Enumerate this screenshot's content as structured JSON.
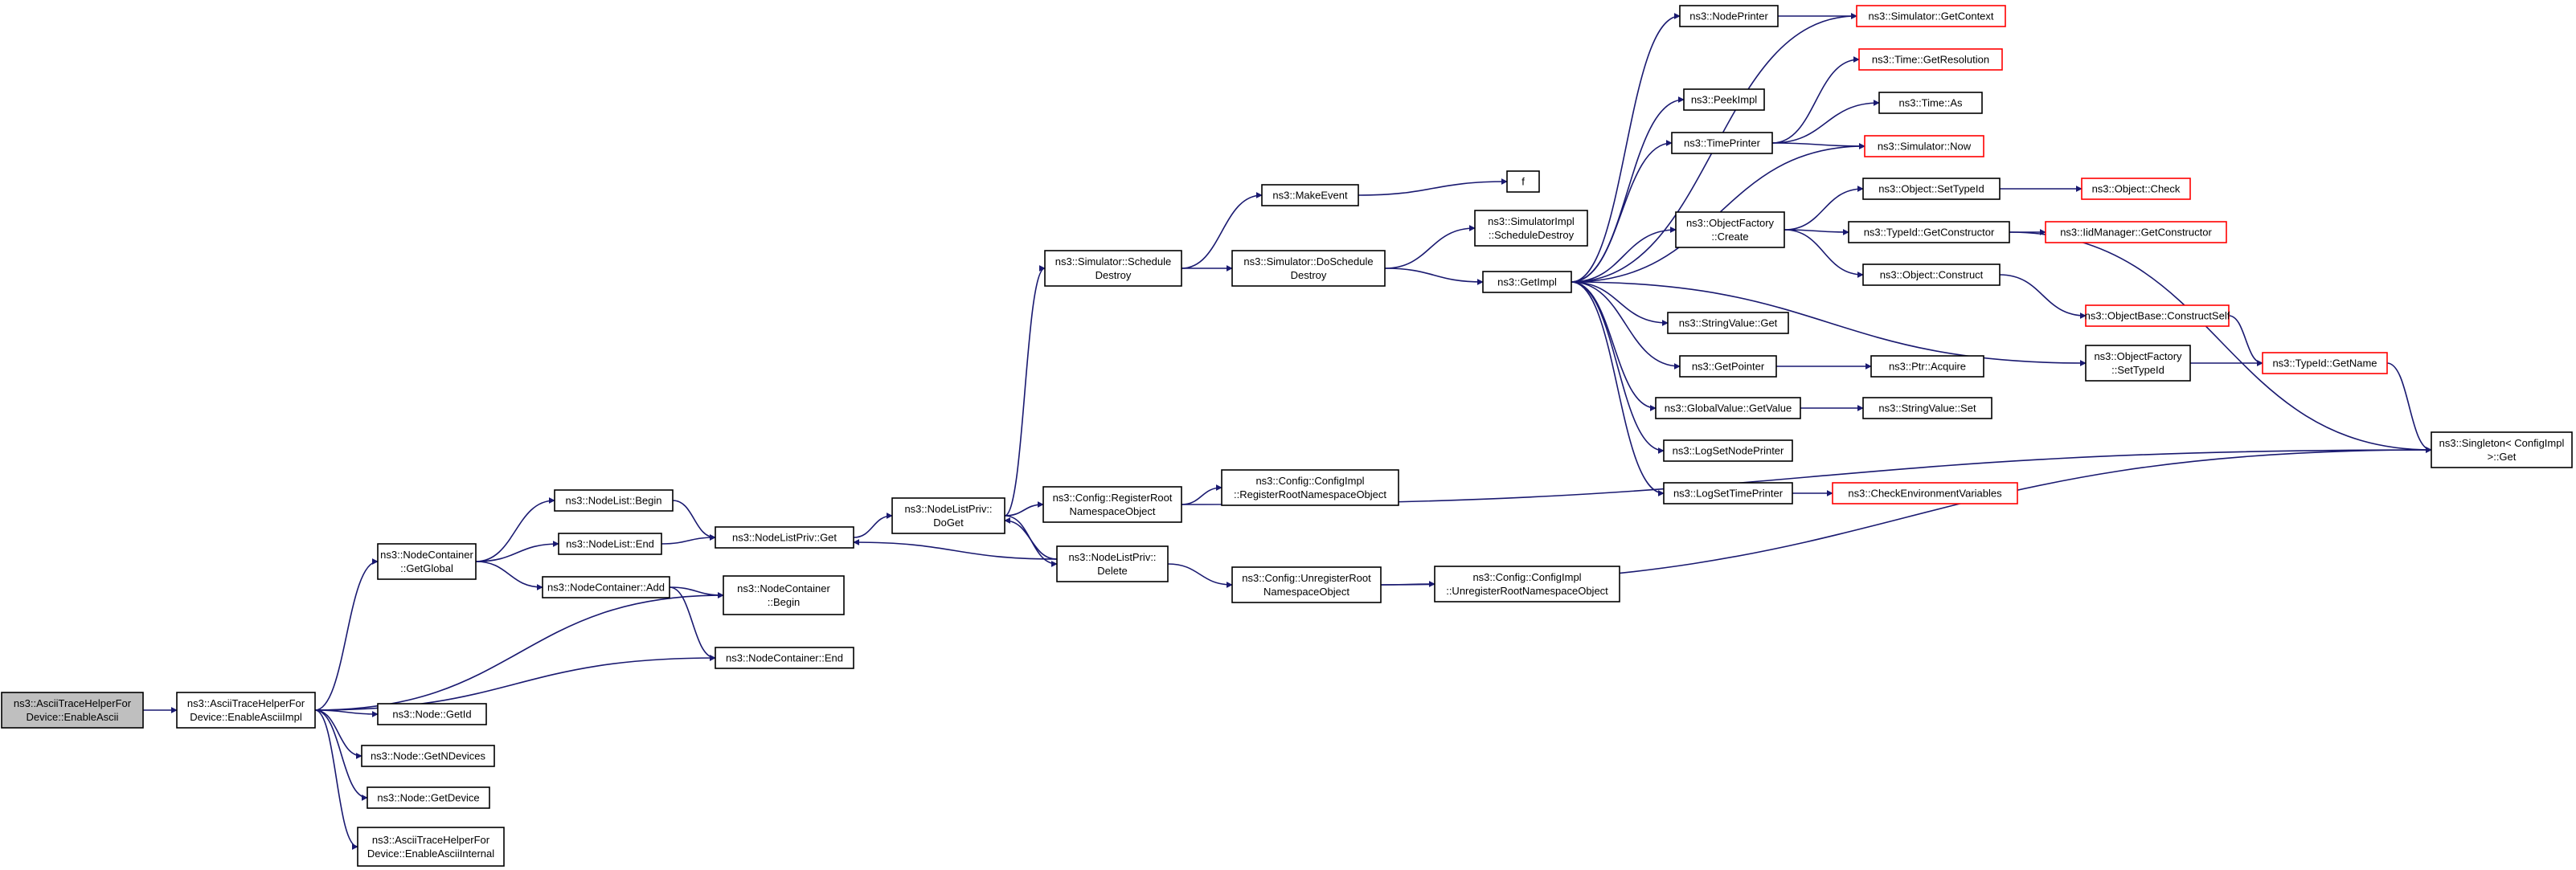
{
  "diagram": {
    "type": "call-graph",
    "edge_color": "#191970",
    "external_border_color": "#ff0000",
    "root_fill": "#bfbfbf",
    "nodes": [
      {
        "id": "enable_ascii",
        "lines": [
          "ns3::AsciiTraceHelperFor",
          "Device::EnableAscii"
        ],
        "root": true
      },
      {
        "id": "enable_ascii_impl",
        "lines": [
          "ns3::AsciiTraceHelperFor",
          "Device::EnableAsciiImpl"
        ]
      },
      {
        "id": "nc_getglobal",
        "lines": [
          "ns3::NodeContainer",
          "::GetGlobal"
        ]
      },
      {
        "id": "nc_end",
        "lines": [
          "ns3::NodeContainer::End"
        ]
      },
      {
        "id": "node_getid",
        "lines": [
          "ns3::Node::GetId"
        ]
      },
      {
        "id": "node_getndevices",
        "lines": [
          "ns3::Node::GetNDevices"
        ]
      },
      {
        "id": "node_getdevice",
        "lines": [
          "ns3::Node::GetDevice"
        ]
      },
      {
        "id": "enable_ascii_internal",
        "lines": [
          "ns3::AsciiTraceHelperFor",
          "Device::EnableAsciiInternal"
        ]
      },
      {
        "id": "nl_begin",
        "lines": [
          "ns3::NodeList::Begin"
        ]
      },
      {
        "id": "nl_end",
        "lines": [
          "ns3::NodeList::End"
        ]
      },
      {
        "id": "nc_add",
        "lines": [
          "ns3::NodeContainer::Add"
        ]
      },
      {
        "id": "nc_begin",
        "lines": [
          "ns3::NodeContainer",
          "::Begin"
        ]
      },
      {
        "id": "nlp_get",
        "lines": [
          "ns3::NodeListPriv::Get"
        ]
      },
      {
        "id": "nlp_doget",
        "lines": [
          "ns3::NodeListPriv::",
          "DoGet"
        ]
      },
      {
        "id": "sim_schedule_destroy",
        "lines": [
          "ns3::Simulator::Schedule",
          "Destroy"
        ]
      },
      {
        "id": "cfg_register_root",
        "lines": [
          "ns3::Config::RegisterRoot",
          "NamespaceObject"
        ]
      },
      {
        "id": "nlp_delete",
        "lines": [
          "ns3::NodeListPriv::",
          "Delete"
        ]
      },
      {
        "id": "make_event",
        "lines": [
          "ns3::MakeEvent"
        ]
      },
      {
        "id": "sim_do_schedule_destroy",
        "lines": [
          "ns3::Simulator::DoSchedule",
          "Destroy"
        ]
      },
      {
        "id": "cfg_impl_register",
        "lines": [
          "ns3::Config::ConfigImpl",
          "::RegisterRootNamespaceObject"
        ]
      },
      {
        "id": "cfg_unregister_root",
        "lines": [
          "ns3::Config::UnregisterRoot",
          "NamespaceObject"
        ]
      },
      {
        "id": "cfg_impl_unregister",
        "lines": [
          "ns3::Config::ConfigImpl",
          "::UnregisterRootNamespaceObject"
        ]
      },
      {
        "id": "f",
        "lines": [
          "f"
        ]
      },
      {
        "id": "simimpl_schedule_destroy",
        "lines": [
          "ns3::SimulatorImpl",
          "::ScheduleDestroy"
        ]
      },
      {
        "id": "getimpl",
        "lines": [
          "ns3::GetImpl"
        ]
      },
      {
        "id": "node_printer",
        "lines": [
          "ns3::NodePrinter"
        ]
      },
      {
        "id": "peek_impl",
        "lines": [
          "ns3::PeekImpl"
        ]
      },
      {
        "id": "time_printer",
        "lines": [
          "ns3::TimePrinter"
        ]
      },
      {
        "id": "objfactory_create",
        "lines": [
          "ns3::ObjectFactory",
          "::Create"
        ]
      },
      {
        "id": "stringvalue_get",
        "lines": [
          "ns3::StringValue::Get"
        ]
      },
      {
        "id": "get_pointer",
        "lines": [
          "ns3::GetPointer"
        ]
      },
      {
        "id": "globalvalue_getvalue",
        "lines": [
          "ns3::GlobalValue::GetValue"
        ]
      },
      {
        "id": "log_set_node_printer",
        "lines": [
          "ns3::LogSetNodePrinter"
        ]
      },
      {
        "id": "log_set_time_printer",
        "lines": [
          "ns3::LogSetTimePrinter"
        ]
      },
      {
        "id": "sim_getcontext",
        "lines": [
          "ns3::Simulator::GetContext"
        ],
        "external": true
      },
      {
        "id": "time_getresolution",
        "lines": [
          "ns3::Time::GetResolution"
        ],
        "external": true
      },
      {
        "id": "time_as",
        "lines": [
          "ns3::Time::As"
        ]
      },
      {
        "id": "sim_now",
        "lines": [
          "ns3::Simulator::Now"
        ],
        "external": true
      },
      {
        "id": "obj_settypeid",
        "lines": [
          "ns3::Object::SetTypeId"
        ]
      },
      {
        "id": "typeid_getconstructor",
        "lines": [
          "ns3::TypeId::GetConstructor"
        ]
      },
      {
        "id": "obj_construct",
        "lines": [
          "ns3::Object::Construct"
        ]
      },
      {
        "id": "ptr_acquire",
        "lines": [
          "ns3::Ptr::Acquire"
        ]
      },
      {
        "id": "stringvalue_set",
        "lines": [
          "ns3::StringValue::Set"
        ]
      },
      {
        "id": "check_env_vars",
        "lines": [
          "ns3::CheckEnvironmentVariables"
        ],
        "external": true
      },
      {
        "id": "objfactory_settypeid",
        "lines": [
          "ns3::ObjectFactory",
          "::SetTypeId"
        ]
      },
      {
        "id": "obj_check",
        "lines": [
          "ns3::Object::Check"
        ],
        "external": true
      },
      {
        "id": "iidmanager_getconstructor",
        "lines": [
          "ns3::IidManager::GetConstructor"
        ],
        "external": true
      },
      {
        "id": "objbase_constructself",
        "lines": [
          "ns3::ObjectBase::ConstructSelf"
        ],
        "external": true
      },
      {
        "id": "typeid_getname",
        "lines": [
          "ns3::TypeId::GetName"
        ],
        "external": true
      },
      {
        "id": "singleton_get",
        "lines": [
          "ns3::Singleton< ConfigImpl",
          ">::Get"
        ]
      }
    ],
    "edges": [
      [
        "enable_ascii",
        "enable_ascii_impl"
      ],
      [
        "enable_ascii_impl",
        "nc_getglobal"
      ],
      [
        "enable_ascii_impl",
        "nc_begin"
      ],
      [
        "enable_ascii_impl",
        "nc_end"
      ],
      [
        "enable_ascii_impl",
        "node_getid"
      ],
      [
        "enable_ascii_impl",
        "node_getndevices"
      ],
      [
        "enable_ascii_impl",
        "node_getdevice"
      ],
      [
        "enable_ascii_impl",
        "enable_ascii_internal"
      ],
      [
        "nc_getglobal",
        "nl_begin"
      ],
      [
        "nc_getglobal",
        "nl_end"
      ],
      [
        "nc_getglobal",
        "nc_add"
      ],
      [
        "nl_begin",
        "nlp_get"
      ],
      [
        "nl_end",
        "nlp_get"
      ],
      [
        "nc_add",
        "nc_begin"
      ],
      [
        "nc_add",
        "nc_end"
      ],
      [
        "nlp_get",
        "nlp_doget"
      ],
      [
        "nlp_doget",
        "sim_schedule_destroy"
      ],
      [
        "nlp_doget",
        "cfg_register_root"
      ],
      [
        "nlp_doget",
        "nlp_delete"
      ],
      [
        "nlp_delete",
        "nlp_doget"
      ],
      [
        "nlp_delete",
        "nlp_get"
      ],
      [
        "nlp_delete",
        "cfg_unregister_root"
      ],
      [
        "sim_schedule_destroy",
        "make_event"
      ],
      [
        "sim_schedule_destroy",
        "sim_do_schedule_destroy"
      ],
      [
        "make_event",
        "f"
      ],
      [
        "sim_do_schedule_destroy",
        "simimpl_schedule_destroy"
      ],
      [
        "sim_do_schedule_destroy",
        "getimpl"
      ],
      [
        "cfg_register_root",
        "cfg_impl_register"
      ],
      [
        "cfg_register_root",
        "singleton_get"
      ],
      [
        "cfg_unregister_root",
        "cfg_impl_unregister"
      ],
      [
        "cfg_unregister_root",
        "singleton_get"
      ],
      [
        "getimpl",
        "node_printer"
      ],
      [
        "getimpl",
        "sim_getcontext"
      ],
      [
        "getimpl",
        "peek_impl"
      ],
      [
        "getimpl",
        "time_printer"
      ],
      [
        "getimpl",
        "sim_now"
      ],
      [
        "getimpl",
        "objfactory_create"
      ],
      [
        "getimpl",
        "stringvalue_get"
      ],
      [
        "getimpl",
        "get_pointer"
      ],
      [
        "getimpl",
        "globalvalue_getvalue"
      ],
      [
        "getimpl",
        "log_set_node_printer"
      ],
      [
        "getimpl",
        "log_set_time_printer"
      ],
      [
        "getimpl",
        "objfactory_settypeid"
      ],
      [
        "node_printer",
        "sim_getcontext"
      ],
      [
        "time_printer",
        "time_getresolution"
      ],
      [
        "time_printer",
        "time_as"
      ],
      [
        "time_printer",
        "sim_now"
      ],
      [
        "objfactory_create",
        "obj_settypeid"
      ],
      [
        "objfactory_create",
        "typeid_getconstructor"
      ],
      [
        "objfactory_create",
        "obj_construct"
      ],
      [
        "obj_settypeid",
        "obj_check"
      ],
      [
        "typeid_getconstructor",
        "iidmanager_getconstructor"
      ],
      [
        "typeid_getconstructor",
        "singleton_get"
      ],
      [
        "obj_construct",
        "objbase_constructself"
      ],
      [
        "objbase_constructself",
        "typeid_getname"
      ],
      [
        "get_pointer",
        "ptr_acquire"
      ],
      [
        "globalvalue_getvalue",
        "stringvalue_set"
      ],
      [
        "log_set_time_printer",
        "check_env_vars"
      ],
      [
        "objfactory_settypeid",
        "typeid_getname"
      ],
      [
        "typeid_getname",
        "singleton_get"
      ]
    ]
  }
}
